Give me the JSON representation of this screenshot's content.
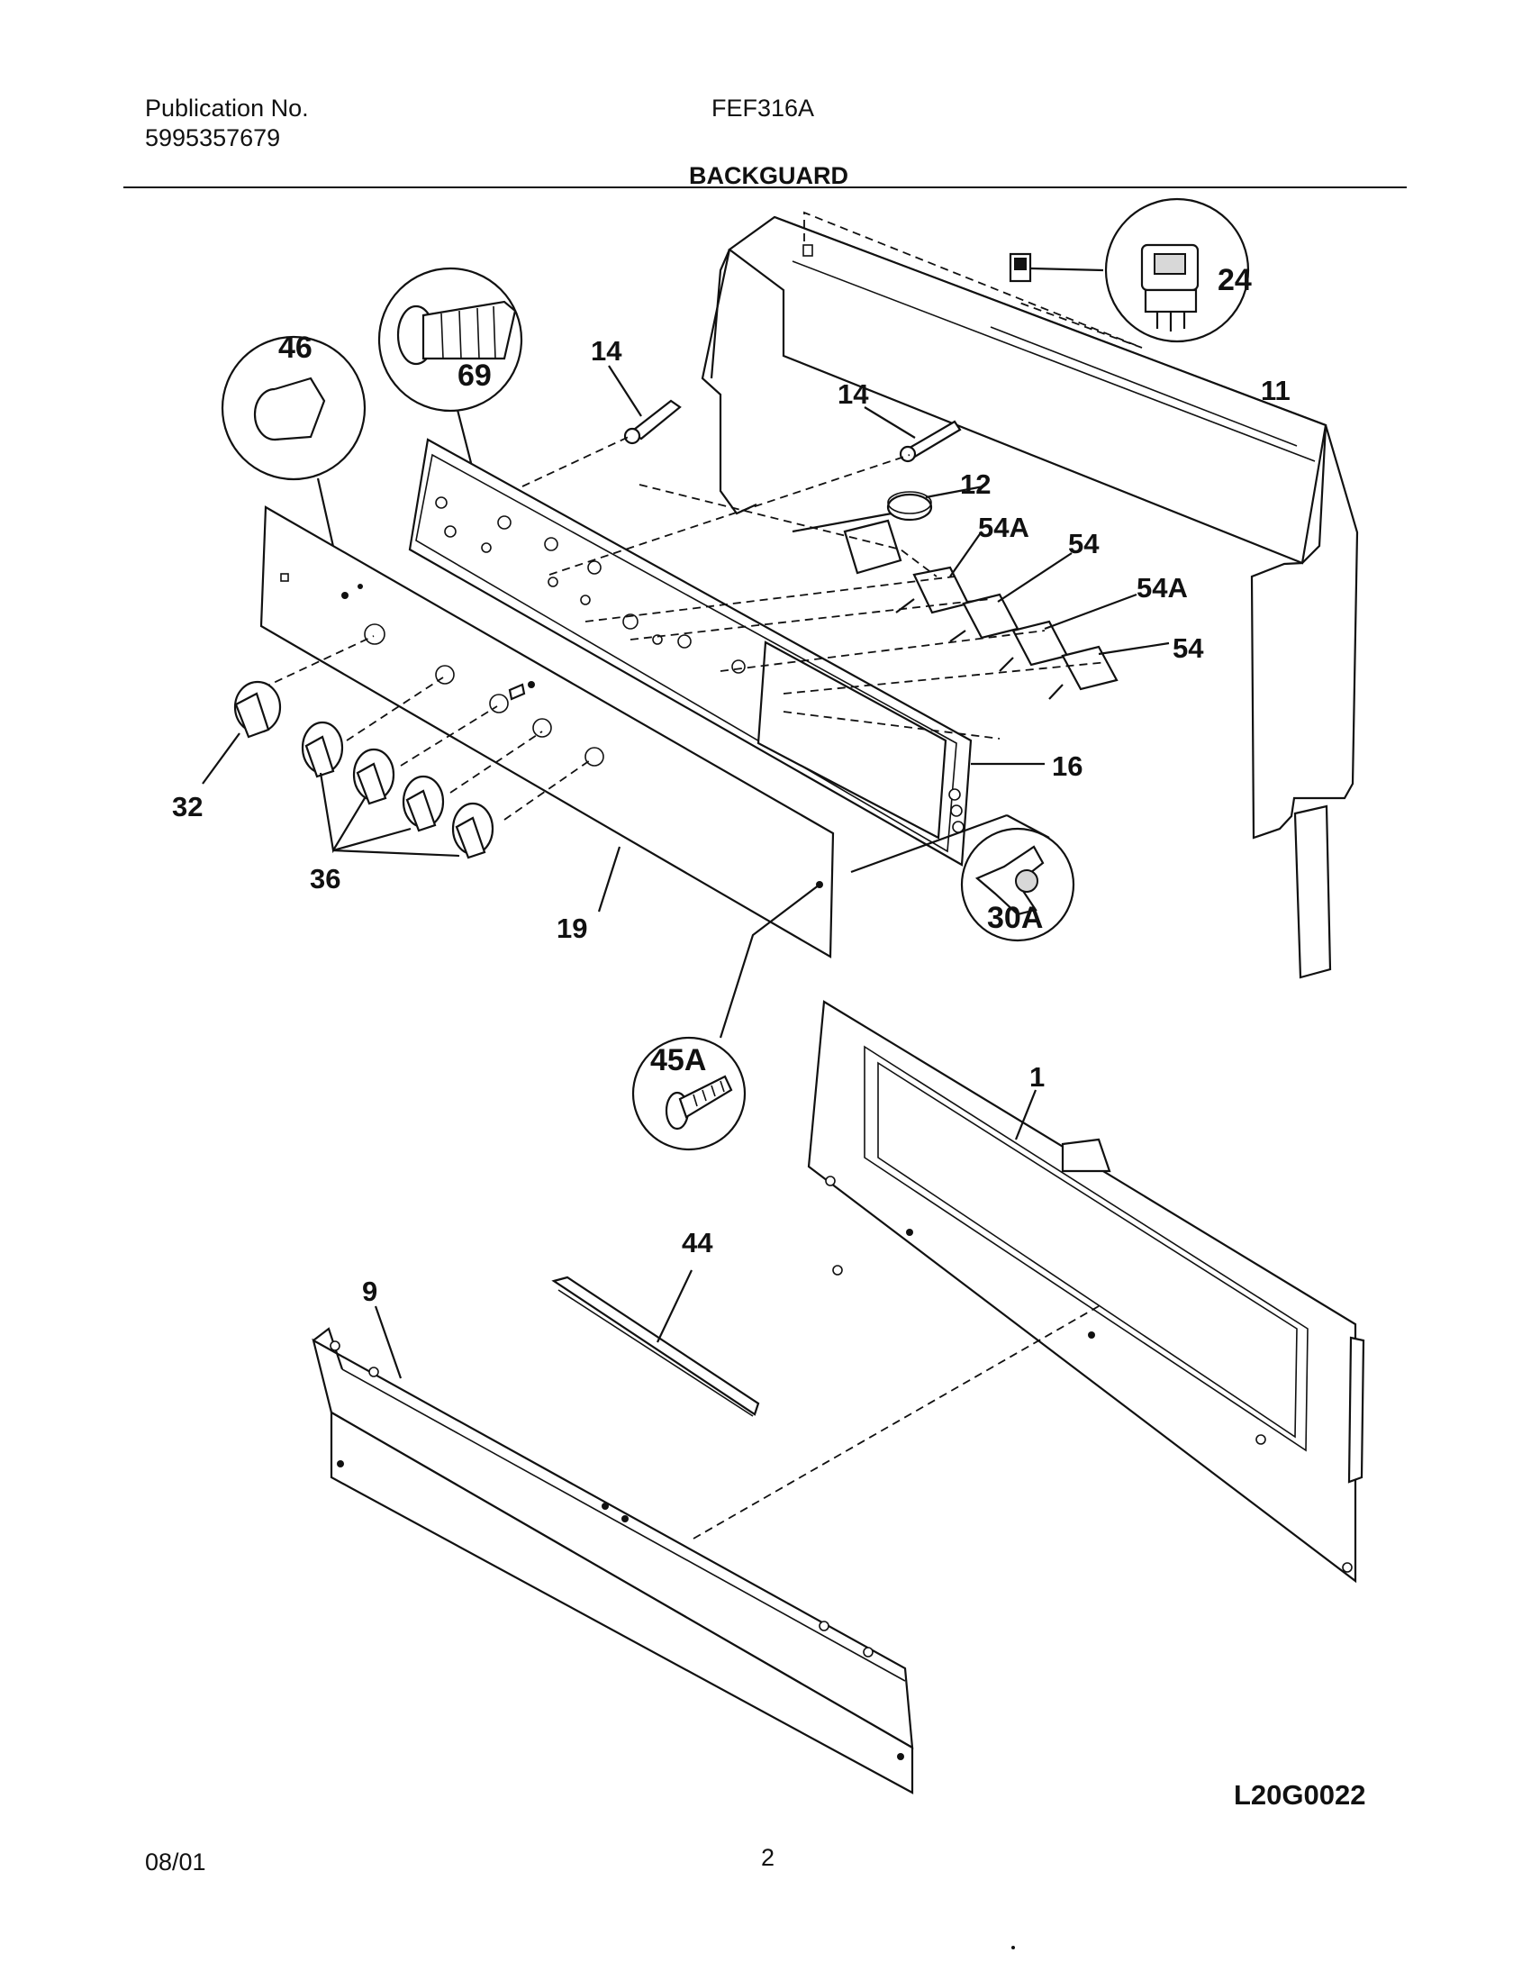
{
  "header": {
    "publication_label": "Publication No.",
    "publication_number": "5995357679",
    "model": "FEF316A",
    "section_title": "BACKGUARD"
  },
  "footer": {
    "date": "08/01",
    "page": "2"
  },
  "diagram": {
    "drawing_code": "L20G0022",
    "callouts": {
      "c1": "1",
      "c9": "9",
      "c11": "11",
      "c12": "12",
      "c14a": "14",
      "c14b": "14",
      "c16": "16",
      "c19": "19",
      "c24": "24",
      "c30a": "30A",
      "c32": "32",
      "c36": "36",
      "c44": "44",
      "c45a": "45A",
      "c46": "46",
      "c54a": "54",
      "c54b": "54",
      "c54a_a": "54A",
      "c54a_b": "54A",
      "c69": "69"
    }
  }
}
